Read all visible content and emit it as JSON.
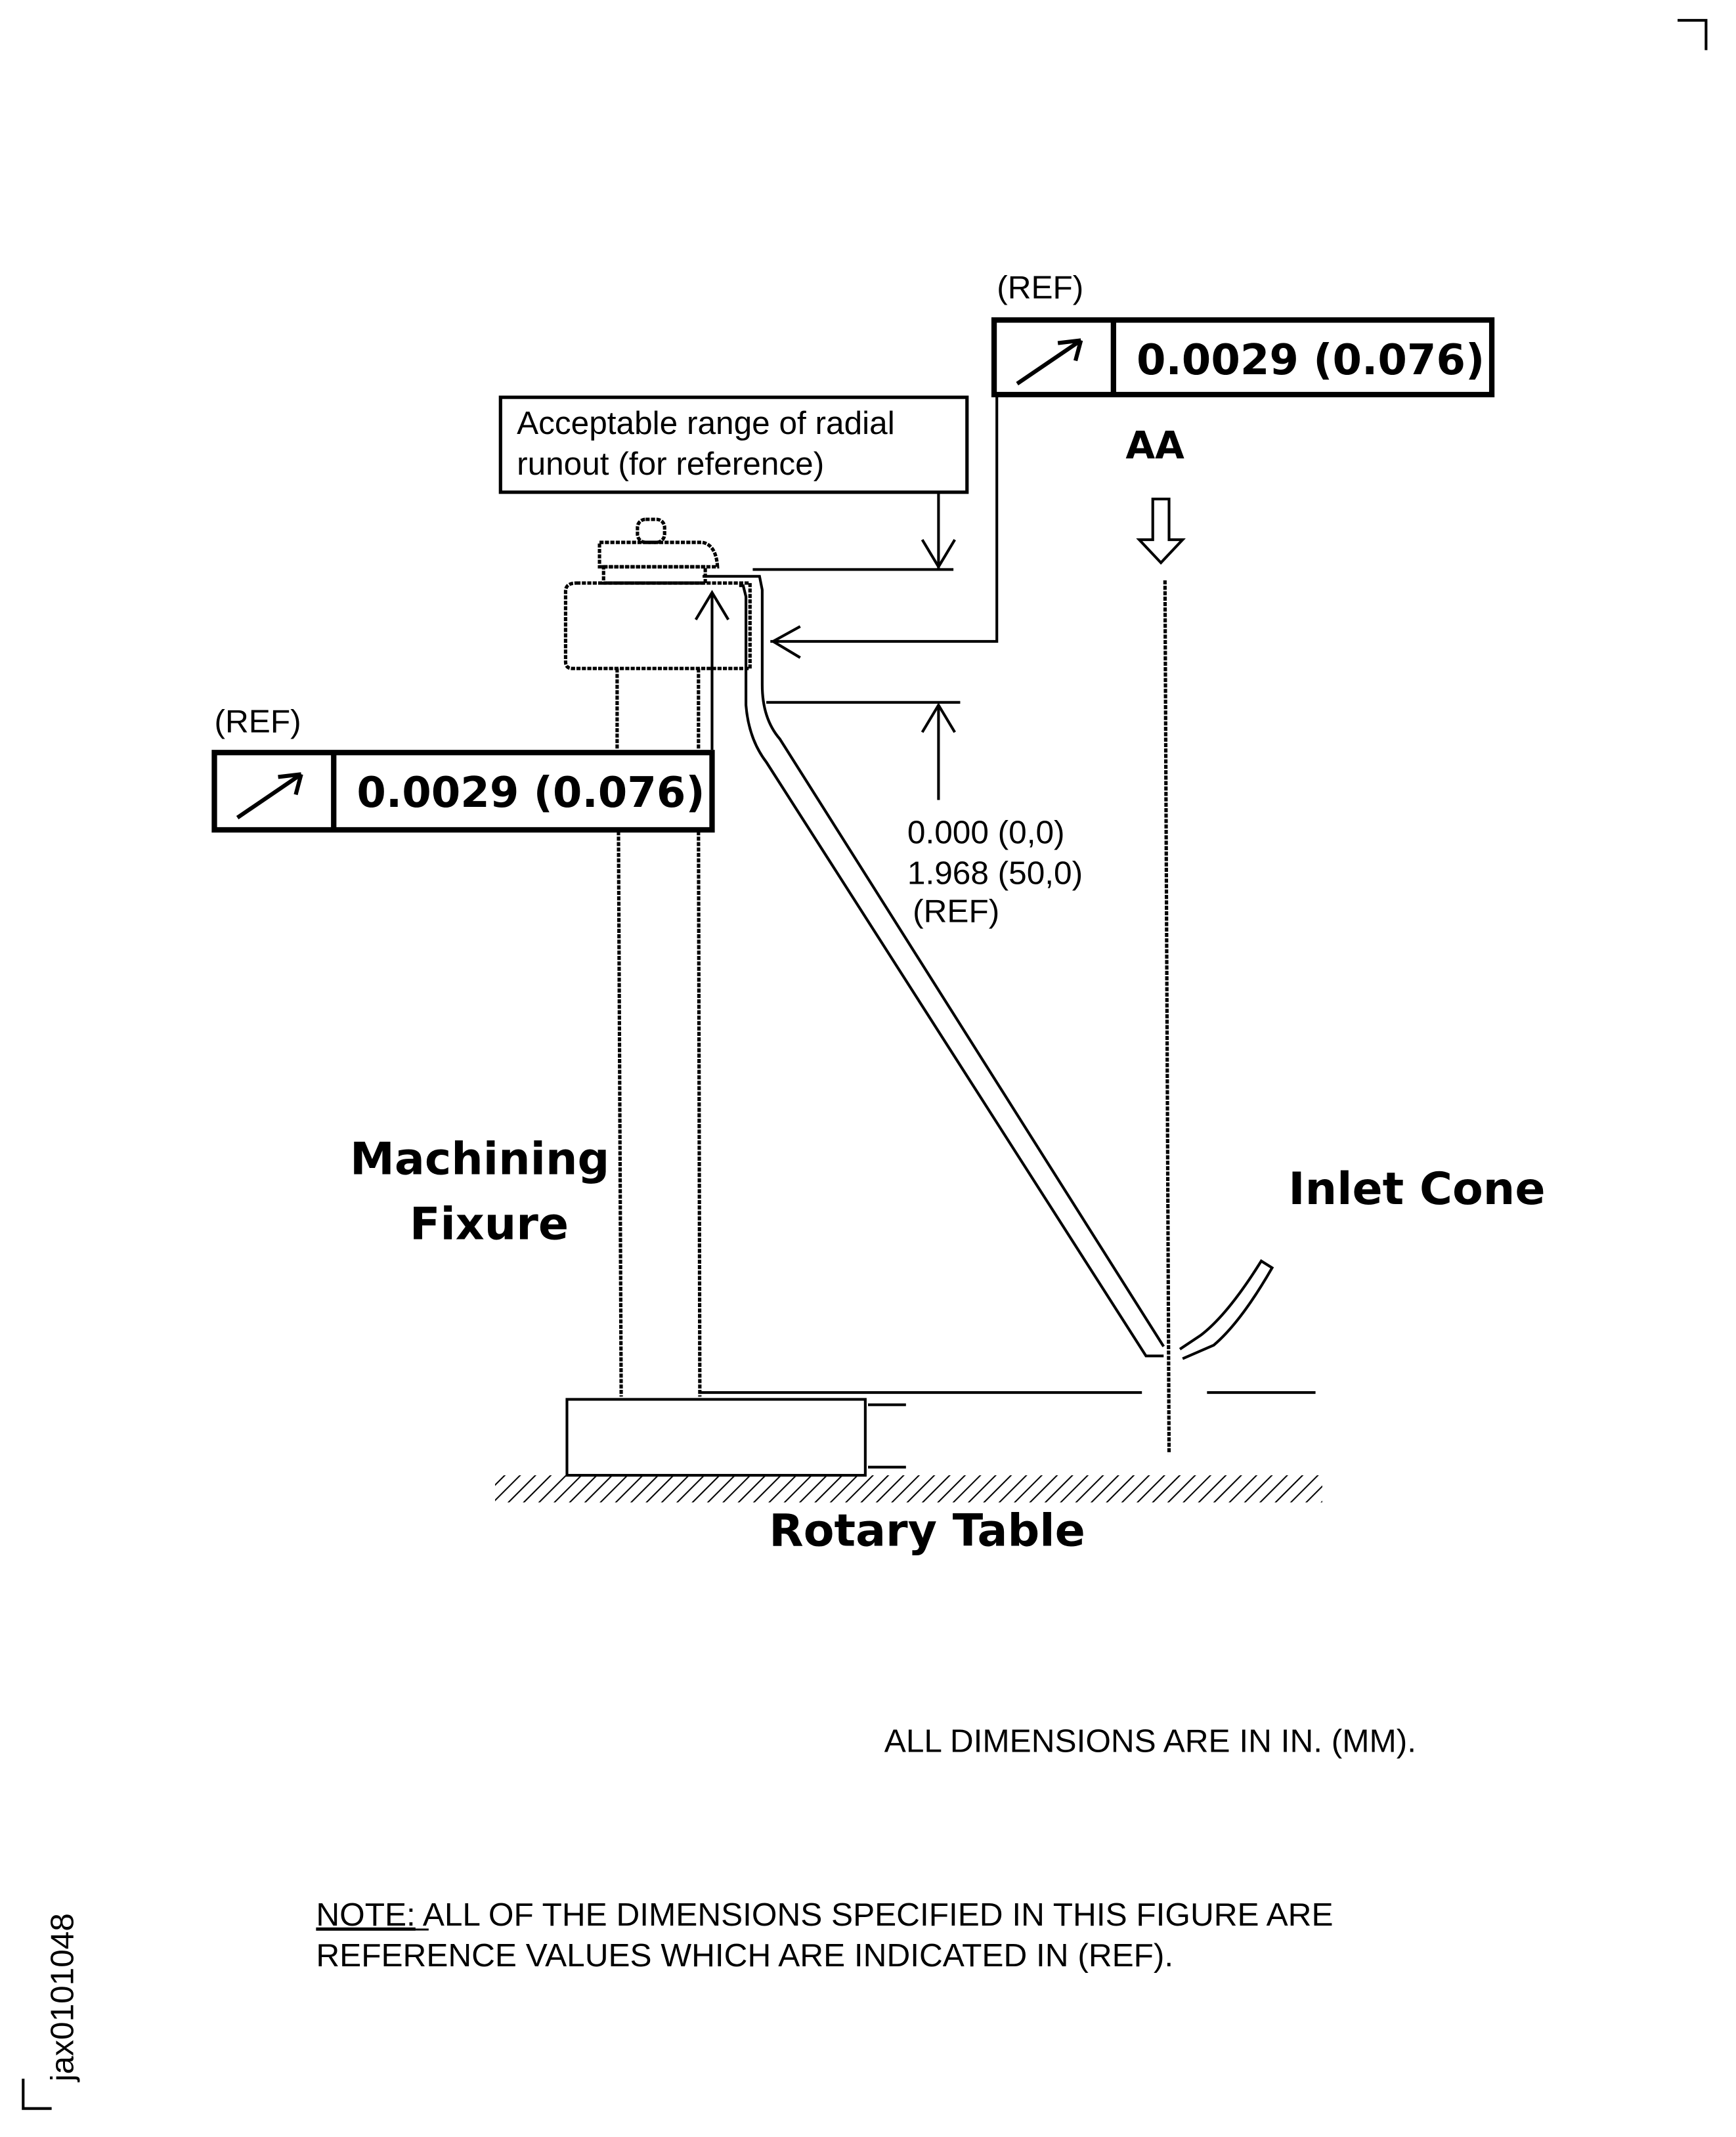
{
  "figure_id": "jax0101048",
  "callout_top": {
    "ref": "(REF)",
    "symbol": "radial-runout-arrow",
    "value": "0.0029 (0.076)"
  },
  "callout_left": {
    "ref": "(REF)",
    "symbol": "radial-runout-arrow",
    "value": "0.0029 (0.076)"
  },
  "acceptable_range": {
    "line1": "Acceptable range of radial",
    "line2": "runout (for reference)"
  },
  "section_label": "AA",
  "dimension": {
    "line1": "0.000 (0,0)",
    "line2": "1.968 (50,0)",
    "line3": "(REF)"
  },
  "labels": {
    "fixture_line1": "Machining",
    "fixture_line2": "Fixure",
    "inlet_cone": "Inlet Cone",
    "rotary_table": "Rotary Table"
  },
  "units_note": "ALL DIMENSIONS ARE IN IN. (MM).",
  "note": {
    "prefix": "NOTE:",
    "line1": " ALL OF THE DIMENSIONS SPECIFIED IN THIS FIGURE ARE",
    "line2": "REFERENCE VALUES WHICH ARE INDICATED IN (REF)."
  }
}
